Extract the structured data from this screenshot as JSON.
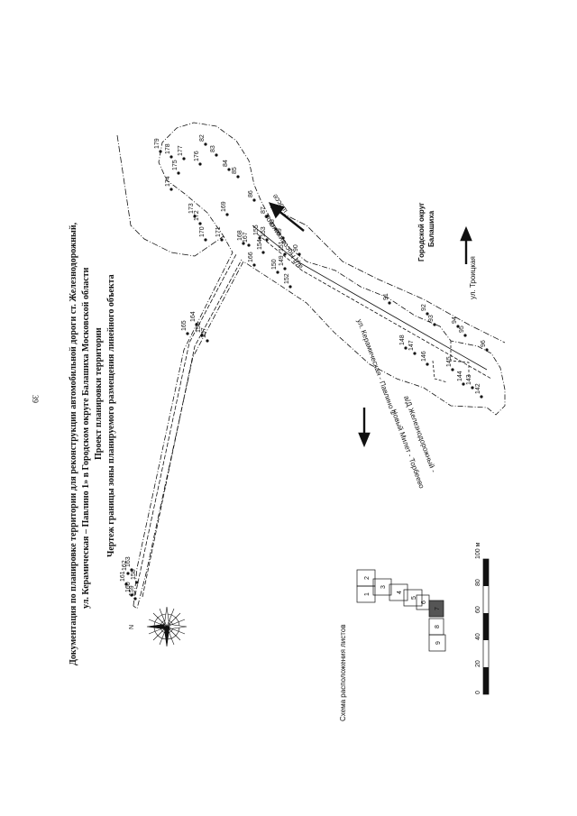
{
  "page_number": "39",
  "title_lines": [
    "Документация по планировке территории для реконструкции автомобильной дороги ст. Железнодорожный,",
    "ул. Керамическая – Павлино 1» в Городском округе Балашиха Московской области",
    "Проект планировки территории",
    "Чертеж границы зоны планируемого размещения линейного объекта"
  ],
  "road_labels": {
    "nosovikhinskoe_1": "а/Д Носовихинское",
    "nosovikhinskoe_2": "шоссе",
    "troitskaya": "ул. Троицкая",
    "district_1": "Городской округ",
    "district_2": "Балашиха",
    "keramicheskaya": "ул. Керамическая - Павлино 1",
    "zheleznodorozhny_1": "а/Д Железнодорожный -",
    "zheleznodorozhny_2": "Новый Милет - Торбеево"
  },
  "compass_label": "N",
  "sheet_scheme": {
    "title": "Схема расположения листов",
    "sheets": [
      "1",
      "2",
      "3",
      "4",
      "5",
      "6",
      "7",
      "8",
      "9"
    ]
  },
  "scale_bar": {
    "ticks": [
      "0",
      "20",
      "40",
      "60",
      "80",
      "100 м"
    ]
  },
  "points": [
    "82",
    "83",
    "84",
    "85",
    "86",
    "87",
    "88",
    "89",
    "90",
    "91",
    "92",
    "93",
    "94",
    "95",
    "96",
    "142",
    "143",
    "144",
    "145",
    "146",
    "147",
    "148",
    "149",
    "150",
    "151",
    "152",
    "153",
    "154",
    "155",
    "156",
    "157",
    "158",
    "159",
    "160",
    "161",
    "162",
    "163",
    "164",
    "165",
    "166",
    "167",
    "168",
    "169",
    "170",
    "171",
    "172",
    "173",
    "174",
    "175",
    "176",
    "177",
    "178",
    "179"
  ],
  "colors": {
    "ink": "#111111",
    "paper": "#ffffff"
  }
}
